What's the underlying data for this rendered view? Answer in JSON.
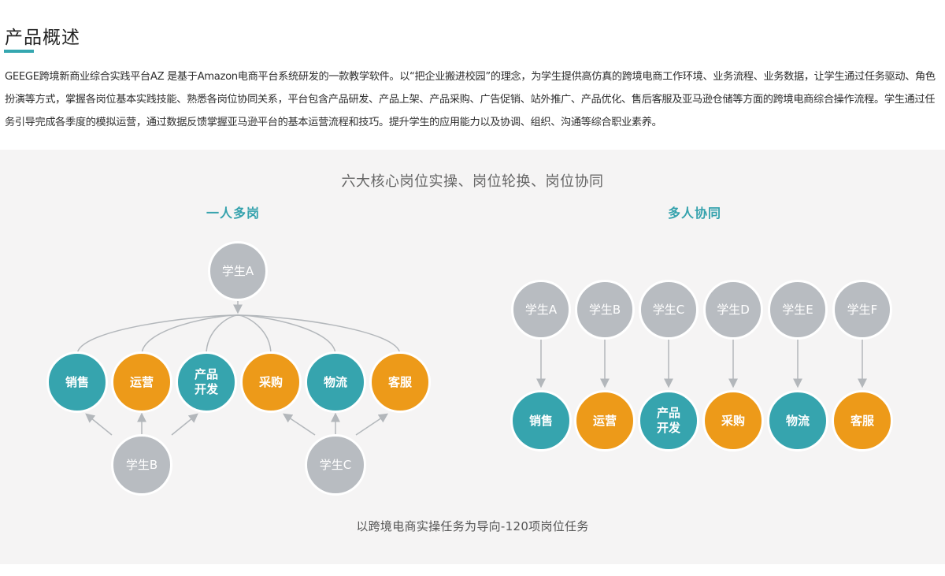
{
  "header": {
    "title": "产品概述",
    "accent_color": "#35a7b0"
  },
  "intro": {
    "text": "GEEGE跨境新商业综合实践平台AZ 是基于Amazon电商平台系统研发的一款教学软件。以“把企业搬进校园”的理念，为学生提供高仿真的跨境电商工作环境、业务流程、业务数据，让学生通过任务驱动、角色扮演等方式，掌握各岗位基本实践技能、熟悉各岗位协同关系，平台包含产品研发、产品上架、产品采购、广告促销、站外推广、产品优化、售后客服及亚马逊仓储等方面的跨境电商综合操作流程。学生通过任务引导完成各季度的模拟运营，通过数据反馈掌握亚马逊平台的基本运营流程和技巧。提升学生的应用能力以及协调、组织、沟通等综合职业素养。"
  },
  "panel": {
    "title": "六大核心岗位实操、岗位轮换、岗位协同",
    "footer": "以跨境电商实操任务为导向-120项岗位任务"
  },
  "left": {
    "title": "一人多岗",
    "top_student": "学生A",
    "bottom_students": [
      "学生B",
      "学生C"
    ],
    "roles": [
      {
        "label": "销售",
        "color": "teal"
      },
      {
        "label": "运营",
        "color": "orange"
      },
      {
        "label": "产品\n开发",
        "color": "teal"
      },
      {
        "label": "采购",
        "color": "orange"
      },
      {
        "label": "物流",
        "color": "teal"
      },
      {
        "label": "客服",
        "color": "orange"
      }
    ]
  },
  "right": {
    "title": "多人协同",
    "students": [
      "学生A",
      "学生B",
      "学生C",
      "学生D",
      "学生E",
      "学生F"
    ],
    "roles": [
      {
        "label": "销售",
        "color": "teal"
      },
      {
        "label": "运营",
        "color": "orange"
      },
      {
        "label": "产品\n开发",
        "color": "teal"
      },
      {
        "label": "采购",
        "color": "orange"
      },
      {
        "label": "物流",
        "color": "teal"
      },
      {
        "label": "客服",
        "color": "orange"
      }
    ]
  },
  "colors": {
    "teal": "#36a4ae",
    "orange": "#ed9a19",
    "student_gray": "#b8bcc1",
    "connector_gray": "#b3b7bb"
  }
}
